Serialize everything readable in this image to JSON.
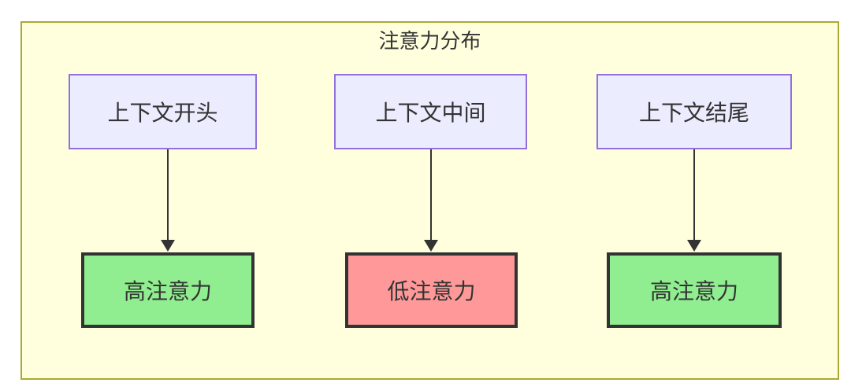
{
  "diagram": {
    "title": "注意力分布",
    "columns": [
      {
        "source_label": "上下文开头",
        "result_label": "高注意力",
        "attention_level": "high"
      },
      {
        "source_label": "上下文中间",
        "result_label": "低注意力",
        "attention_level": "low"
      },
      {
        "source_label": "上下文结尾",
        "result_label": "高注意力",
        "attention_level": "high"
      }
    ],
    "colors": {
      "container_fill": "#ffffde",
      "container_border": "#aaaa33",
      "source_fill": "#ececff",
      "source_border": "#9370db",
      "high_attention_fill": "#90ee90",
      "low_attention_fill": "#ff9999",
      "result_border": "#333333",
      "arrow": "#333333",
      "text": "#333333"
    }
  }
}
